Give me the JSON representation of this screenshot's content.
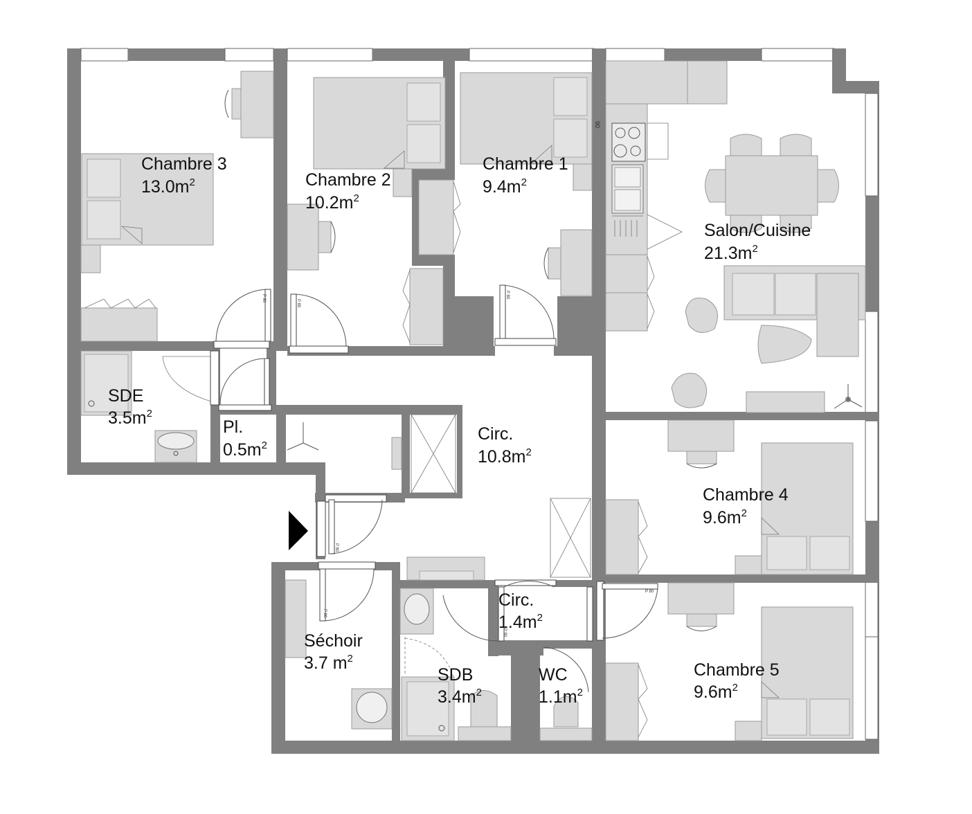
{
  "rooms": [
    {
      "id": "chambre3",
      "name": "Chambre 3",
      "area": "13.0m",
      "sup": "2"
    },
    {
      "id": "chambre2",
      "name": "Chambre 2",
      "area": "10.2m",
      "sup": "2"
    },
    {
      "id": "chambre1",
      "name": "Chambre 1",
      "area": "9.4m",
      "sup": "2"
    },
    {
      "id": "salon",
      "name": "Salon/Cuisine",
      "area": "21.3m",
      "sup": "2"
    },
    {
      "id": "sde",
      "name": "SDE",
      "area": "3.5m",
      "sup": "2"
    },
    {
      "id": "pl",
      "name": "Pl.",
      "area": "0.5m",
      "sup": "2"
    },
    {
      "id": "circ1",
      "name": "Circ.",
      "area": "10.8m",
      "sup": "2"
    },
    {
      "id": "chambre4",
      "name": "Chambre 4",
      "area": "9.6m",
      "sup": "2"
    },
    {
      "id": "circ2",
      "name": "Circ.",
      "area": "1.4m",
      "sup": "2"
    },
    {
      "id": "sechoir",
      "name": "Séchoir",
      "area": "3.7 m",
      "sup": "2"
    },
    {
      "id": "sdb",
      "name": "SDB",
      "area": "3.4m",
      "sup": "2"
    },
    {
      "id": "wc",
      "name": "WC",
      "area": "1.1m",
      "sup": "2"
    },
    {
      "id": "chambre5",
      "name": "Chambre 5",
      "area": "9.6m",
      "sup": "2"
    }
  ],
  "door_labels": [
    "P 80",
    "P 80",
    "P 80",
    "P 80",
    "P 80",
    "P 80",
    "P 80"
  ],
  "colors": {
    "wall": "#808080",
    "furniture": "#d9d9d9",
    "background": "#ffffff"
  },
  "icons": [
    "entrance-arrow-icon",
    "ceiling-fan-icon"
  ]
}
